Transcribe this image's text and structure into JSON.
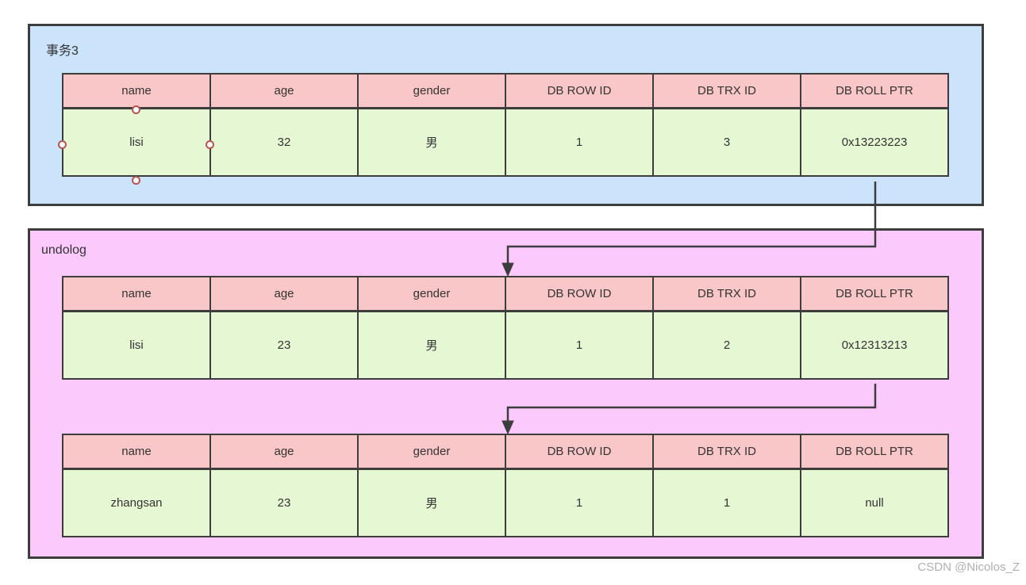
{
  "diagram": {
    "transaction_panel_label": "事务3",
    "undolog_panel_label": "undolog"
  },
  "columns": [
    "name",
    "age",
    "gender",
    "DB ROW ID",
    "DB TRX ID",
    "DB ROLL PTR"
  ],
  "tables": [
    {
      "name": "transaction-3-current-row",
      "row": [
        "lisi",
        "32",
        "男",
        "1",
        "3",
        "0x13223223"
      ]
    },
    {
      "name": "undolog-version-trx2",
      "row": [
        "lisi",
        "23",
        "男",
        "1",
        "2",
        "0x12313213"
      ]
    },
    {
      "name": "undolog-version-trx1",
      "row": [
        "zhangsan",
        "23",
        "男",
        "1",
        "1",
        "null"
      ]
    }
  ],
  "arrows": [
    {
      "from": "transaction-3-current-row DB ROLL PTR 0x13223223",
      "to": "undolog-version-trx2"
    },
    {
      "from": "undolog-version-trx2 DB ROLL PTR 0x12313213",
      "to": "undolog-version-trx1"
    }
  ],
  "watermark": "CSDN @Nicolos_Z",
  "colors": {
    "transaction_bg": "#cbe4fb",
    "undolog_bg": "#fcc9fc",
    "header_bg": "#f9c7c7",
    "cell_bg": "#e5f8d3",
    "border": "#3d3d3d",
    "handle_border": "#b85450",
    "text": "#333333",
    "watermark": "#b0b0b0"
  }
}
